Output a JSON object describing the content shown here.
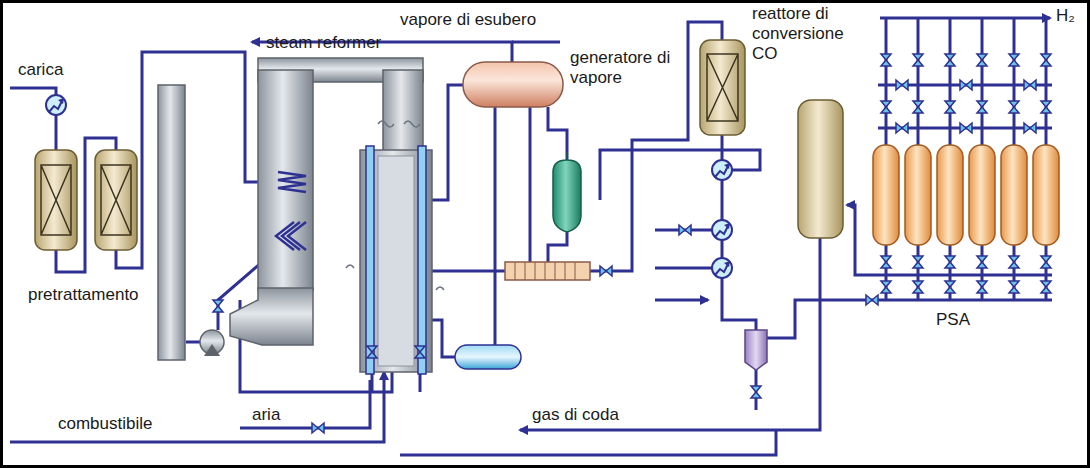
{
  "diagram": {
    "labels": [
      "vapore di esubero",
      "H₂",
      "carica",
      "steam reformer",
      "generatore di vapore",
      "reattore di conversione CO",
      "pretrattamento",
      "PSA",
      "combustibile",
      "aria",
      "gas di coda"
    ]
  }
}
